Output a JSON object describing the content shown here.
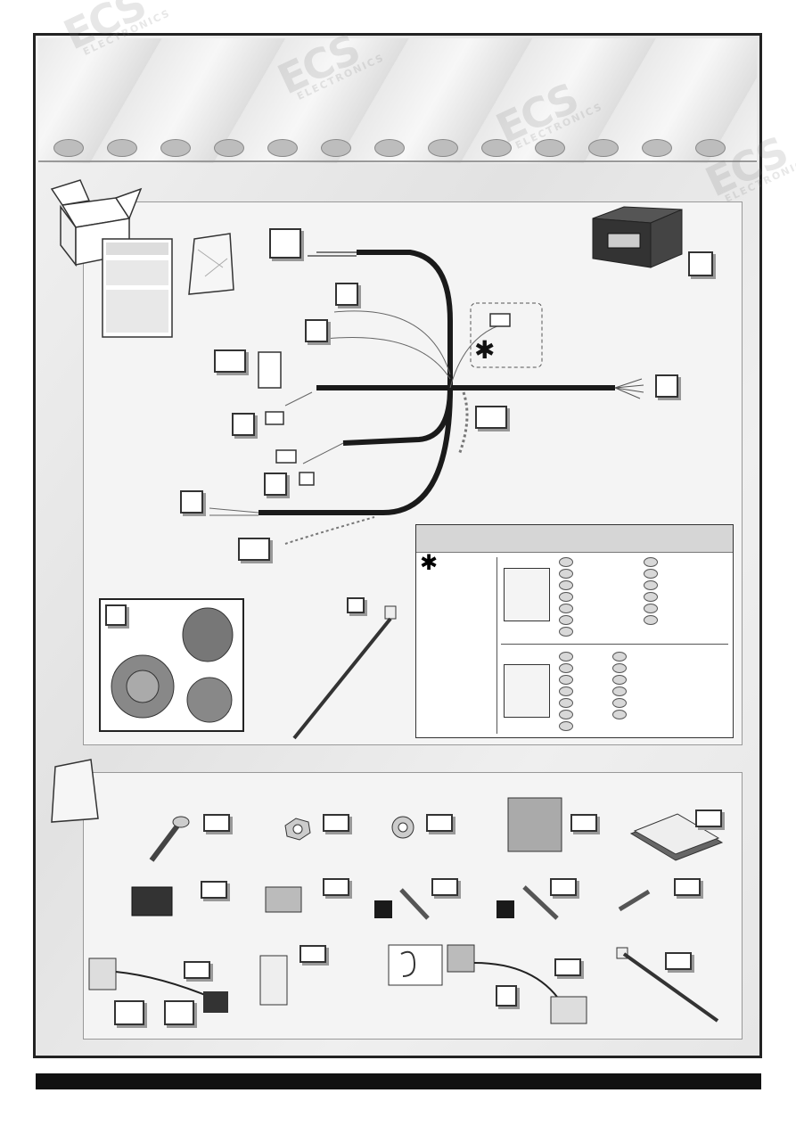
{
  "watermark": {
    "brand": "ECS",
    "sub": "ELECTRONICS"
  },
  "header": {
    "oval_count": 13
  },
  "colors": {
    "wire": "#1a1a1a",
    "frame": "#222222",
    "panel": "#f4f4f4",
    "tag_fill": "#ffffff"
  },
  "icons": [
    "box-icon",
    "parts-bag-icon",
    "ground-symbol-icon",
    "asterisk-icon",
    "ear-icon",
    "key-icon",
    "battery-icon",
    "caravan-icon",
    "module-icon",
    "socket-icon",
    "cable-tie-icon",
    "screw-icon",
    "nut-icon",
    "washer-icon",
    "tape-icon",
    "terminal-icon",
    "fuse-icon",
    "buzzer-icon",
    "instruction-sheet-icon"
  ],
  "legend": {
    "star": "✱"
  }
}
